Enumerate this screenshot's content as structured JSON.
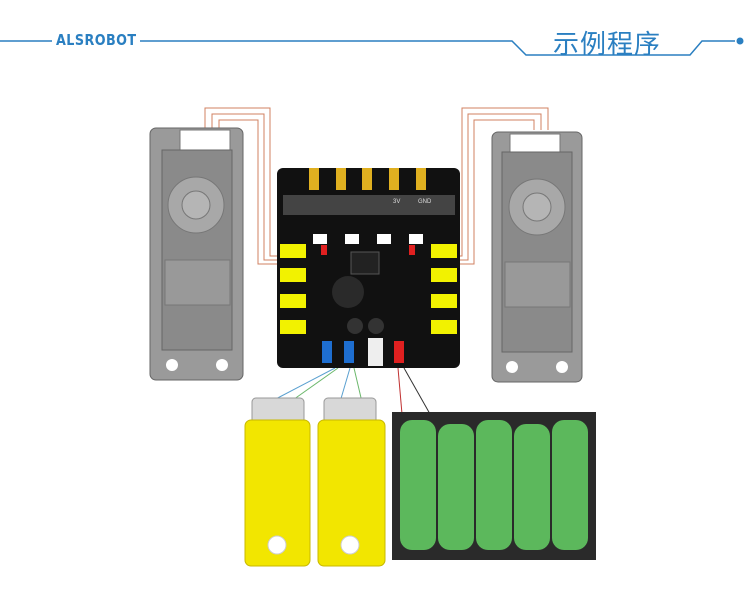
{
  "header": {
    "logo": "ALSROBOT",
    "title": "示例程序"
  },
  "board": {
    "pin_3v": "3V",
    "pin_gnd": "GND"
  },
  "colors": {
    "accent": "#2a7fc1",
    "servo": "#8e8e8e",
    "motor": "#f2e600",
    "battery": "#5cb85c",
    "board": "#111111"
  }
}
